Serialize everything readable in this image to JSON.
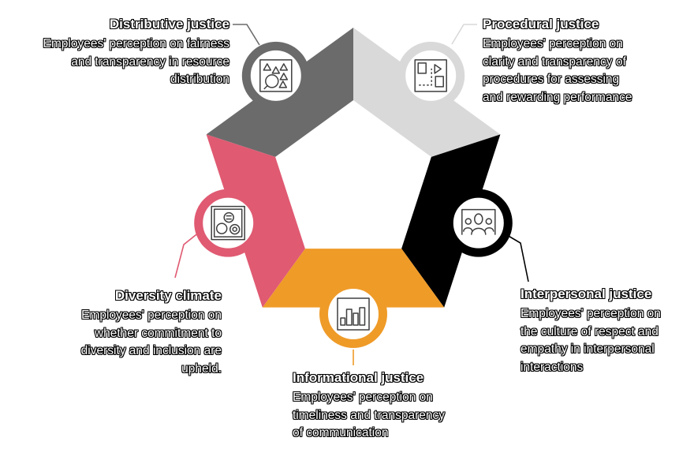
{
  "background_color": "#ffffff",
  "icon_stroke_color": "#3F3F3F",
  "segments": [
    {
      "id": "distributive",
      "label": "Distributive justice",
      "color": "#6B6B6B",
      "icon": "triangles-magnifier-icon",
      "description": [
        "Employees' perception on fairness",
        "and transparency in resource",
        "distribution"
      ]
    },
    {
      "id": "procedural",
      "label": "Procedural justice",
      "color": "#D9D9D9",
      "icon": "process-path-arrow-icon",
      "description": [
        "Employees' perception on",
        "clarity and transparency of",
        "procedures for assessing",
        "and rewarding performance"
      ]
    },
    {
      "id": "interpersonal",
      "label": "Interpersonal justice",
      "color": "#000000",
      "icon": "people-group-icon",
      "description": [
        "Employees' perception on",
        "the culture of respect and",
        "empathy in interpersonal",
        "interactions"
      ]
    },
    {
      "id": "informational",
      "label": "Informational justice",
      "color": "#EF9B28",
      "icon": "bar-chart-icon",
      "description": [
        "Employees' perception on",
        "timeliness and transparency",
        "of communication"
      ]
    },
    {
      "id": "diversity",
      "label": "Diversity climate",
      "color": "#E05A72",
      "icon": "equality-circles-icon",
      "description": [
        "Employees' perception on",
        "whether commitment to",
        "diversity and inclusion are",
        "upheld."
      ]
    }
  ]
}
